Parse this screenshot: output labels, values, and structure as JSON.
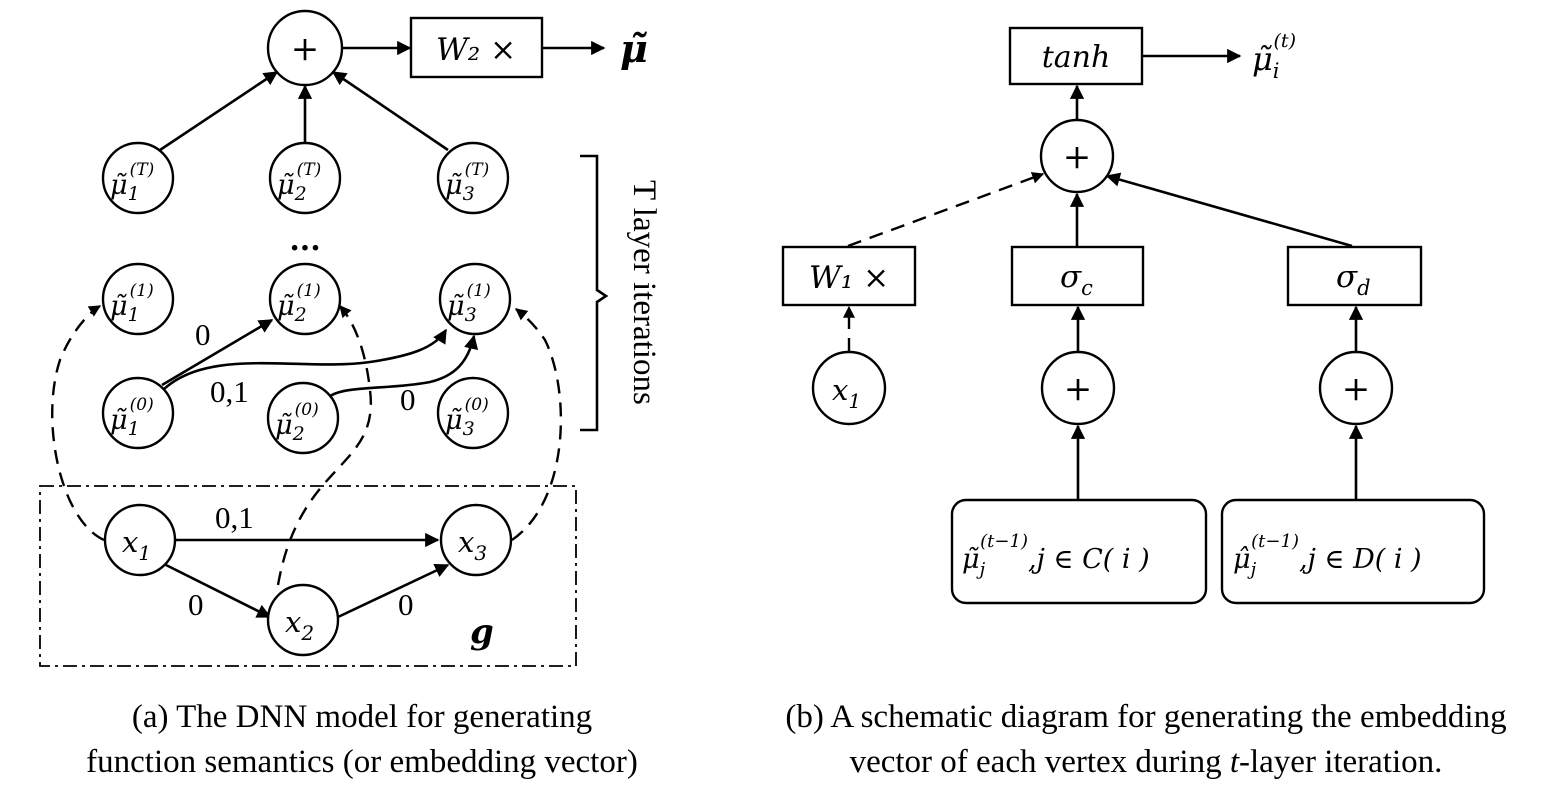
{
  "panel_a": {
    "caption_line1": "(a) The DNN model for generating",
    "caption_line2": "function semantics (or embedding vector)",
    "sum_symbol": "+",
    "w2_mul_symbol": "W₂ ×",
    "output_symbol": "μ̃",
    "embed_base": "μ̃",
    "embed_t_top": {
      "sub1": "1",
      "sub2": "2",
      "sub3": "3",
      "sup": "(T)"
    },
    "embed_1": {
      "sub1": "1",
      "sub2": "2",
      "sub3": "3",
      "sup": "(1)"
    },
    "embed_0": {
      "sub1": "1",
      "sub2": "2",
      "sub3": "3",
      "sup": "(0)"
    },
    "ellipsis": "...",
    "bracket_label": "T layer iterations",
    "graph_label": "g",
    "var_base": "x",
    "var_subs": [
      "1",
      "2",
      "3"
    ],
    "edge_labels": {
      "mu1_0_to_mu2_1": "0",
      "mu1_0_to_mu3_1": "0,1",
      "mu2_0_to_mu3_1": "0",
      "x1_to_x3": "0,1",
      "x1_to_x2": "0",
      "x2_to_x3": "0"
    }
  },
  "panel_b": {
    "caption_line1": "(b) A schematic diagram for generating the embedding",
    "caption_line2_prefix": "vector of each vertex during ",
    "caption_line2_italic": "t",
    "caption_line2_suffix": "-layer iteration.",
    "tanh_label": "tanh",
    "output_base": "μ̃",
    "output_sub": "i",
    "output_sup": "(t)",
    "sum_symbol": "+",
    "w1_label": "W₁ ×",
    "sigma_base": "σ",
    "sigma_c_sub": "c",
    "sigma_d_sub": "d",
    "x_base": "x",
    "x_sub": "1",
    "c_box": {
      "base": "μ̃",
      "sub": "j",
      "sup": "(t−1)",
      "rest": ",j ∈ C( i )"
    },
    "d_box": {
      "base": "μ̂",
      "sub": "j",
      "sup": "(t−1)",
      "rest": ",j ∈ D( i )"
    }
  }
}
